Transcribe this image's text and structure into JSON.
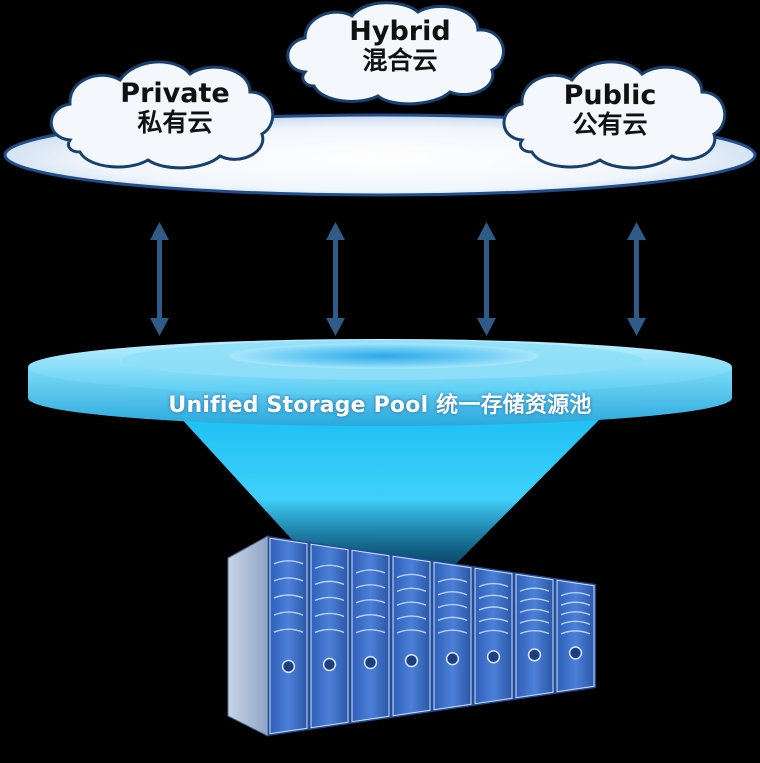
{
  "clouds": [
    {
      "id": "private",
      "en": "Private",
      "zh": "私有云"
    },
    {
      "id": "hybrid",
      "en": "Hybrid",
      "zh": "混合云"
    },
    {
      "id": "public",
      "en": "Public",
      "zh": "公有云"
    }
  ],
  "pool": {
    "title": "Unified Storage Pool 统一存储资源池"
  },
  "colors": {
    "background": "#000000",
    "ring_stroke": "#1f4e8c",
    "arrow": "#2e5b87",
    "pool_top": "#5fd3f5",
    "beam": "#22b8f0",
    "server": "#3f6fc8"
  },
  "icons": [
    "double-arrow-icon",
    "server-rack-icon",
    "cloud-icon"
  ]
}
